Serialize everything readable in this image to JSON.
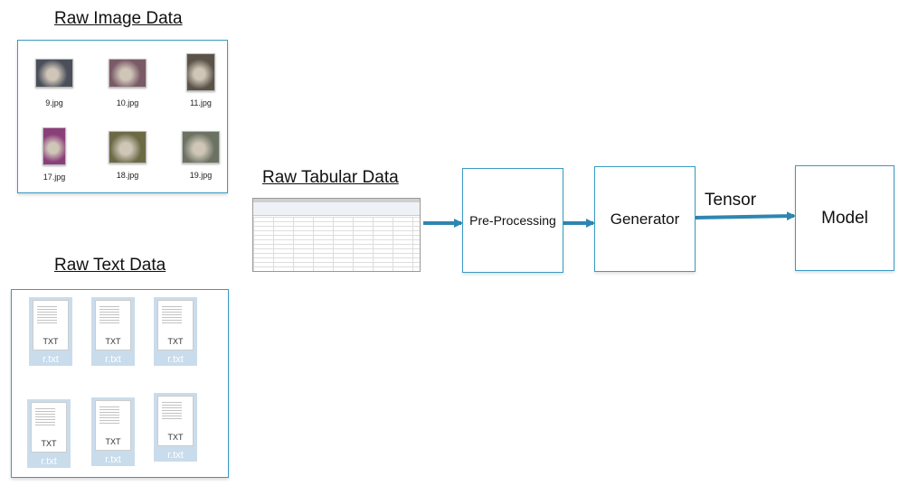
{
  "titles": {
    "raw_image": "Raw Image Data",
    "raw_text": "Raw Text Data",
    "raw_tabular": "Raw Tabular Data"
  },
  "images": [
    {
      "file": "9.jpg",
      "color": "#4a4f5a"
    },
    {
      "file": "10.jpg",
      "color": "#7a5a66"
    },
    {
      "file": "11.jpg",
      "color": "#5b5248"
    },
    {
      "file": "17.jpg",
      "color": "#8a3e7a"
    },
    {
      "file": "18.jpg",
      "color": "#6b6a45"
    },
    {
      "file": "19.jpg",
      "color": "#6b7262"
    }
  ],
  "text_files": [
    {
      "type": "TXT",
      "file": "r.txt"
    },
    {
      "type": "TXT",
      "file": "r.txt"
    },
    {
      "type": "TXT",
      "file": "r.txt"
    },
    {
      "type": "TXT",
      "file": "r.txt"
    },
    {
      "type": "TXT",
      "file": "r.txt"
    },
    {
      "type": "TXT",
      "file": "r.txt"
    }
  ],
  "pipeline": {
    "preprocessing": "Pre-Processing",
    "generator": "Generator",
    "tensor": "Tensor",
    "model": "Model"
  },
  "colors": {
    "accent": "#3a9ac4",
    "arrow": "#2e86b0"
  }
}
